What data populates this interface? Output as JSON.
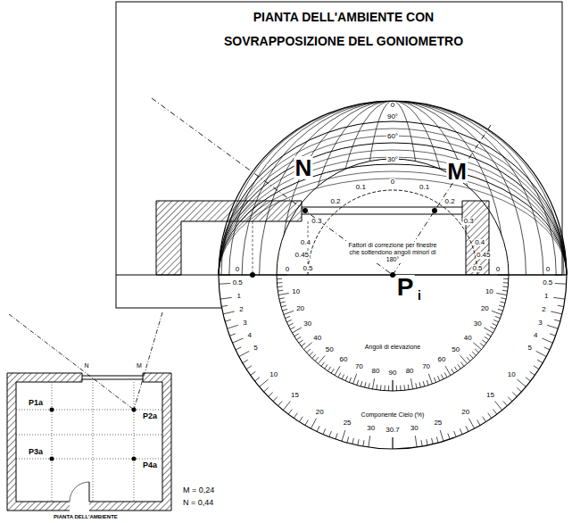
{
  "diagram": {
    "title": "PIANTA DELL'AMBIENTE CON SOVRAPPOSIZIONE DEL GONIOMETRO",
    "labels": [
      "N",
      "M",
      "P",
      "i",
      "0",
      "90°",
      "60°",
      "30°",
      "0.2",
      "0.1",
      "0",
      "0.1",
      "0.2",
      "0.3",
      "0.3",
      "0.4",
      "0.4",
      "0.45",
      "0.45",
      "0.5",
      "0.5",
      "Fattori di correzione per finestre che sottendono angoli minori di 180°",
      "0",
      "0",
      "0",
      "0",
      "10",
      "20",
      "30",
      "40",
      "50",
      "60",
      "70",
      "80",
      "90",
      "80",
      "70",
      "60",
      "50",
      "40",
      "30",
      "20",
      "10",
      "Angoli di elevazione",
      "0.5",
      "1",
      "2",
      "3",
      "4",
      "5",
      "10",
      "15",
      "20",
      "25",
      "30",
      "30.7",
      "30",
      "25",
      "20",
      "15",
      "10",
      "5",
      "4",
      "3",
      "2",
      "1",
      "0.5",
      "Componente Cielo (%)",
      "N",
      "M",
      "P1a",
      "P2a",
      "P3a",
      "P4a",
      "PIANTA DELL'AMBIENTE",
      "M = 0,24",
      "N = 0,44"
    ]
  }
}
